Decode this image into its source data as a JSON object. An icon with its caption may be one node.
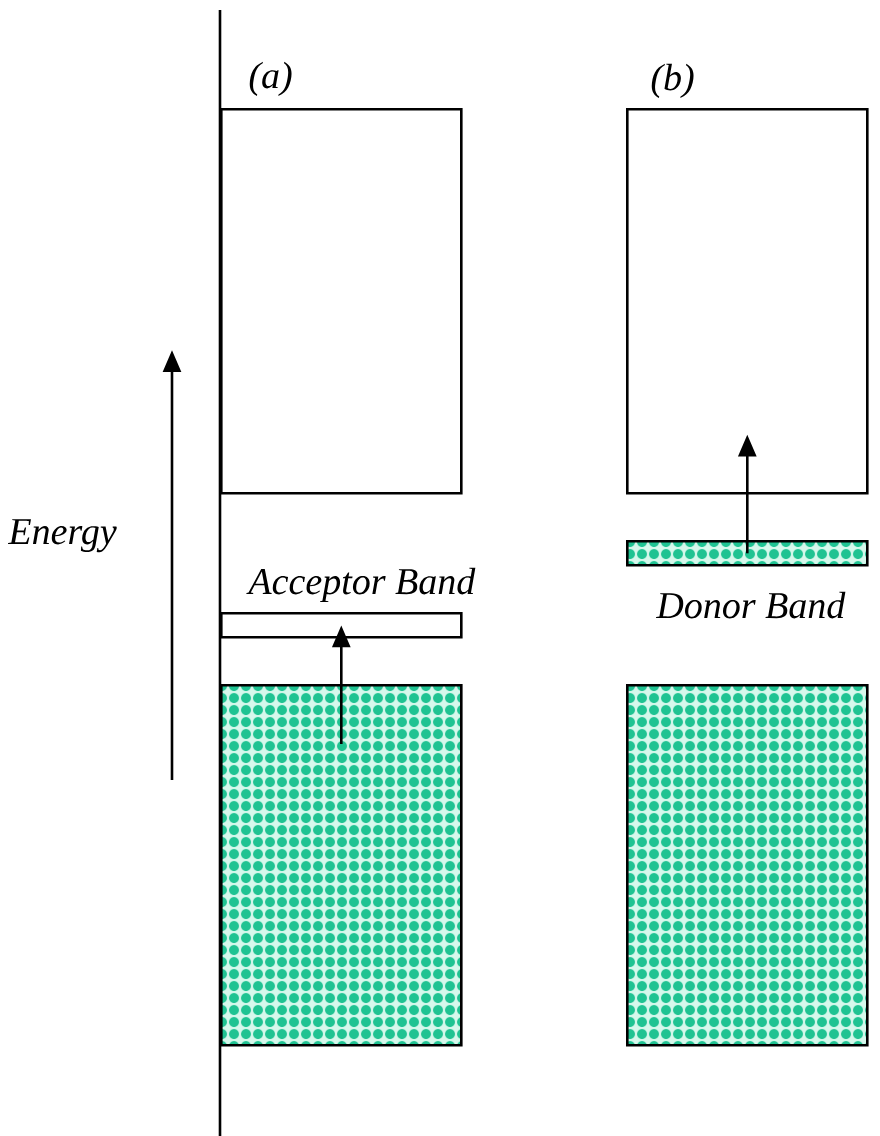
{
  "diagram": {
    "nodes": [
      {
        "text": [],
        "shape": "box"
      },
      {
        "text": [
          "Acceptor Band"
        ]
      },
      {
        "text": [],
        "shape": "box"
      },
      {
        "text": [],
        "shape": "box"
      },
      {
        "text": [
          "Donor Band"
        ]
      },
      {
        "text": [],
        "shape": "box"
      }
    ],
    "edges": [
      {
        "from": 2,
        "to": 1,
        "arrow": "to"
      },
      {
        "from": 4,
        "to": 3,
        "arrow": "to"
      }
    ],
    "labels": [
      "(a)",
      "(b)",
      "Energy"
    ]
  }
}
